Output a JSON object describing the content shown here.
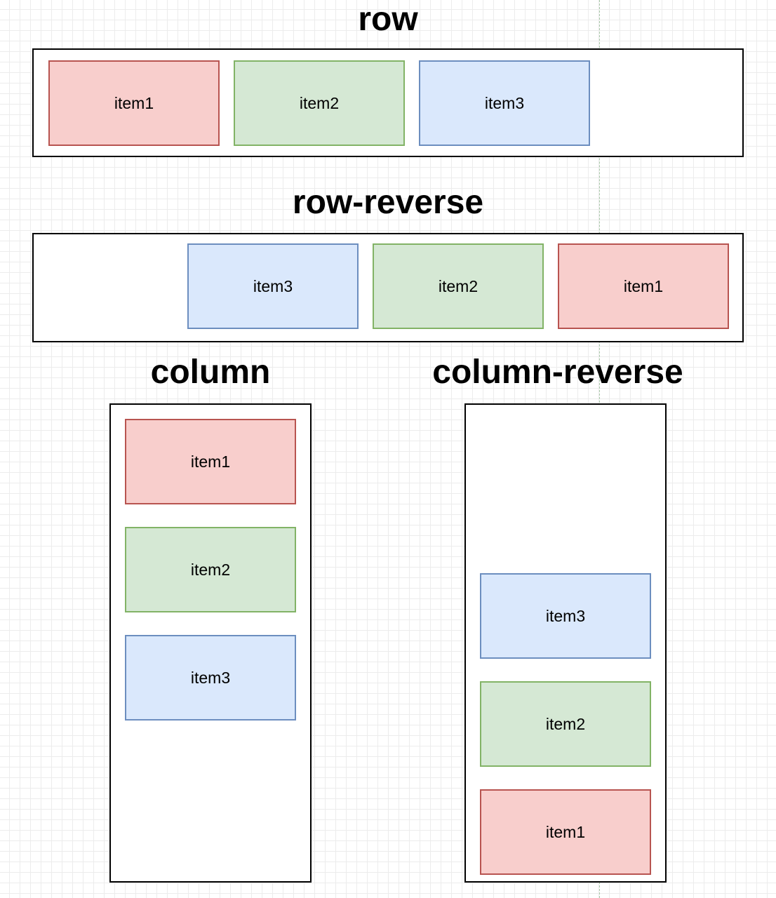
{
  "titles": {
    "row": "row",
    "row_reverse": "row-reverse",
    "column": "column",
    "column_reverse": "column-reverse"
  },
  "items": {
    "item1": "item1",
    "item2": "item2",
    "item3": "item3"
  },
  "colors": {
    "item1_fill": "#f8cecc",
    "item1_stroke": "#b85450",
    "item2_fill": "#d5e8d4",
    "item2_stroke": "#82b366",
    "item3_fill": "#dae8fc",
    "item3_stroke": "#6c8ebf",
    "container_stroke": "#000000"
  }
}
